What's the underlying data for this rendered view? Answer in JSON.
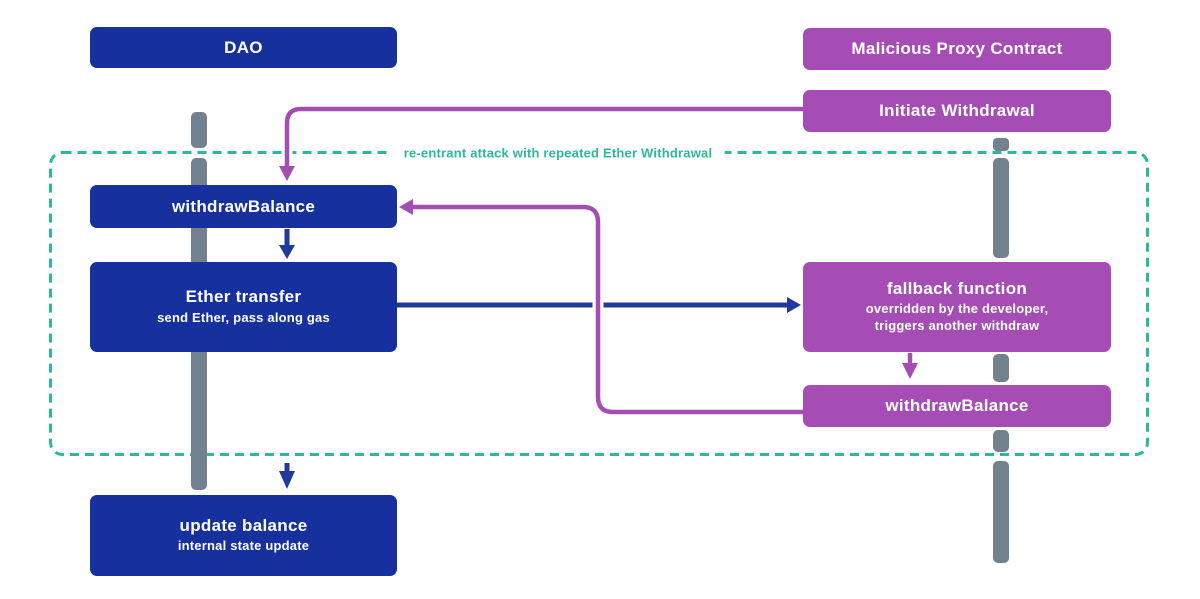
{
  "palette": {
    "box_blue": "#16309E",
    "box_purple": "#A54CB5",
    "line_blue": "#21399B",
    "line_purple": "#A34FB2",
    "dashed_teal": "#2CB89A",
    "lifeline_gray": "#73808E",
    "text_white": "#FFFFFF"
  },
  "diagram": {
    "dao_lane_title": "DAO",
    "proxy_lane_title": "Malicious Proxy Contract",
    "annotation": "re-entrant attack with repeated Ether Withdrawal",
    "nodes": {
      "initiate_withdrawal": {
        "label": "Initiate Withdrawal"
      },
      "withdraw_balance_dao": {
        "label": "withdrawBalance"
      },
      "ether_transfer": {
        "label": "Ether transfer",
        "sublabel": "send Ether, pass along gas"
      },
      "fallback_function": {
        "label": "fallback function",
        "sublabel": "overridden by the developer,\ntriggers another withdraw"
      },
      "withdraw_balance_proxy": {
        "label": "withdrawBalance"
      },
      "update_balance": {
        "label": "update balance",
        "sublabel": "internal state update"
      }
    }
  }
}
